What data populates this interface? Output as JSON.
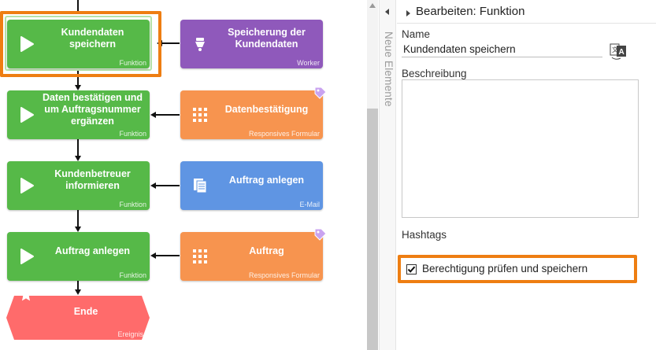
{
  "canvas": {
    "nodes": [
      {
        "id": "f1",
        "title": "Kundendaten speichern",
        "type": "Funktion",
        "color": "#56b948",
        "icon": "play-icon"
      },
      {
        "id": "w1",
        "title": "Speicherung der Kundendaten",
        "type": "Worker",
        "color": "#8f59bb",
        "icon": "worker-icon"
      },
      {
        "id": "f2",
        "title": "Daten bestätigen und um Auftragsnummer ergänzen",
        "type": "Funktion",
        "color": "#56b948",
        "icon": "play-icon"
      },
      {
        "id": "r1",
        "title": "Datenbestätigung",
        "type": "Responsives Formular",
        "color": "#f7944f",
        "icon": "grid-icon"
      },
      {
        "id": "f3",
        "title": "Kundenbetreuer informieren",
        "type": "Funktion",
        "color": "#56b948",
        "icon": "play-icon"
      },
      {
        "id": "m1",
        "title": "Auftrag anlegen",
        "type": "E-Mail",
        "color": "#5f95e3",
        "icon": "document-icon"
      },
      {
        "id": "f4",
        "title": "Auftrag anlegen",
        "type": "Funktion",
        "color": "#56b948",
        "icon": "play-icon"
      },
      {
        "id": "r2",
        "title": "Auftrag",
        "type": "Responsives Formular",
        "color": "#f7944f",
        "icon": "grid-icon"
      },
      {
        "id": "e1",
        "title": "Ende",
        "type": "Ereignis",
        "color": "#ff6b6b",
        "icon": "star-icon"
      }
    ]
  },
  "side_tab": {
    "label": "Neue Elemente"
  },
  "panel": {
    "title": "Bearbeiten: Funktion",
    "name_label": "Name",
    "name_value": "Kundendaten speichern",
    "description_label": "Beschreibung",
    "description_value": "",
    "hashtags_label": "Hashtags",
    "permission_checkbox": {
      "label": "Berechtigung prüfen und speichern",
      "checked": true
    }
  },
  "colors": {
    "highlight": "#ee7e12",
    "function": "#56b948",
    "worker": "#8f59bb",
    "form": "#f7944f",
    "email": "#5f95e3",
    "event": "#ff6b6b"
  }
}
